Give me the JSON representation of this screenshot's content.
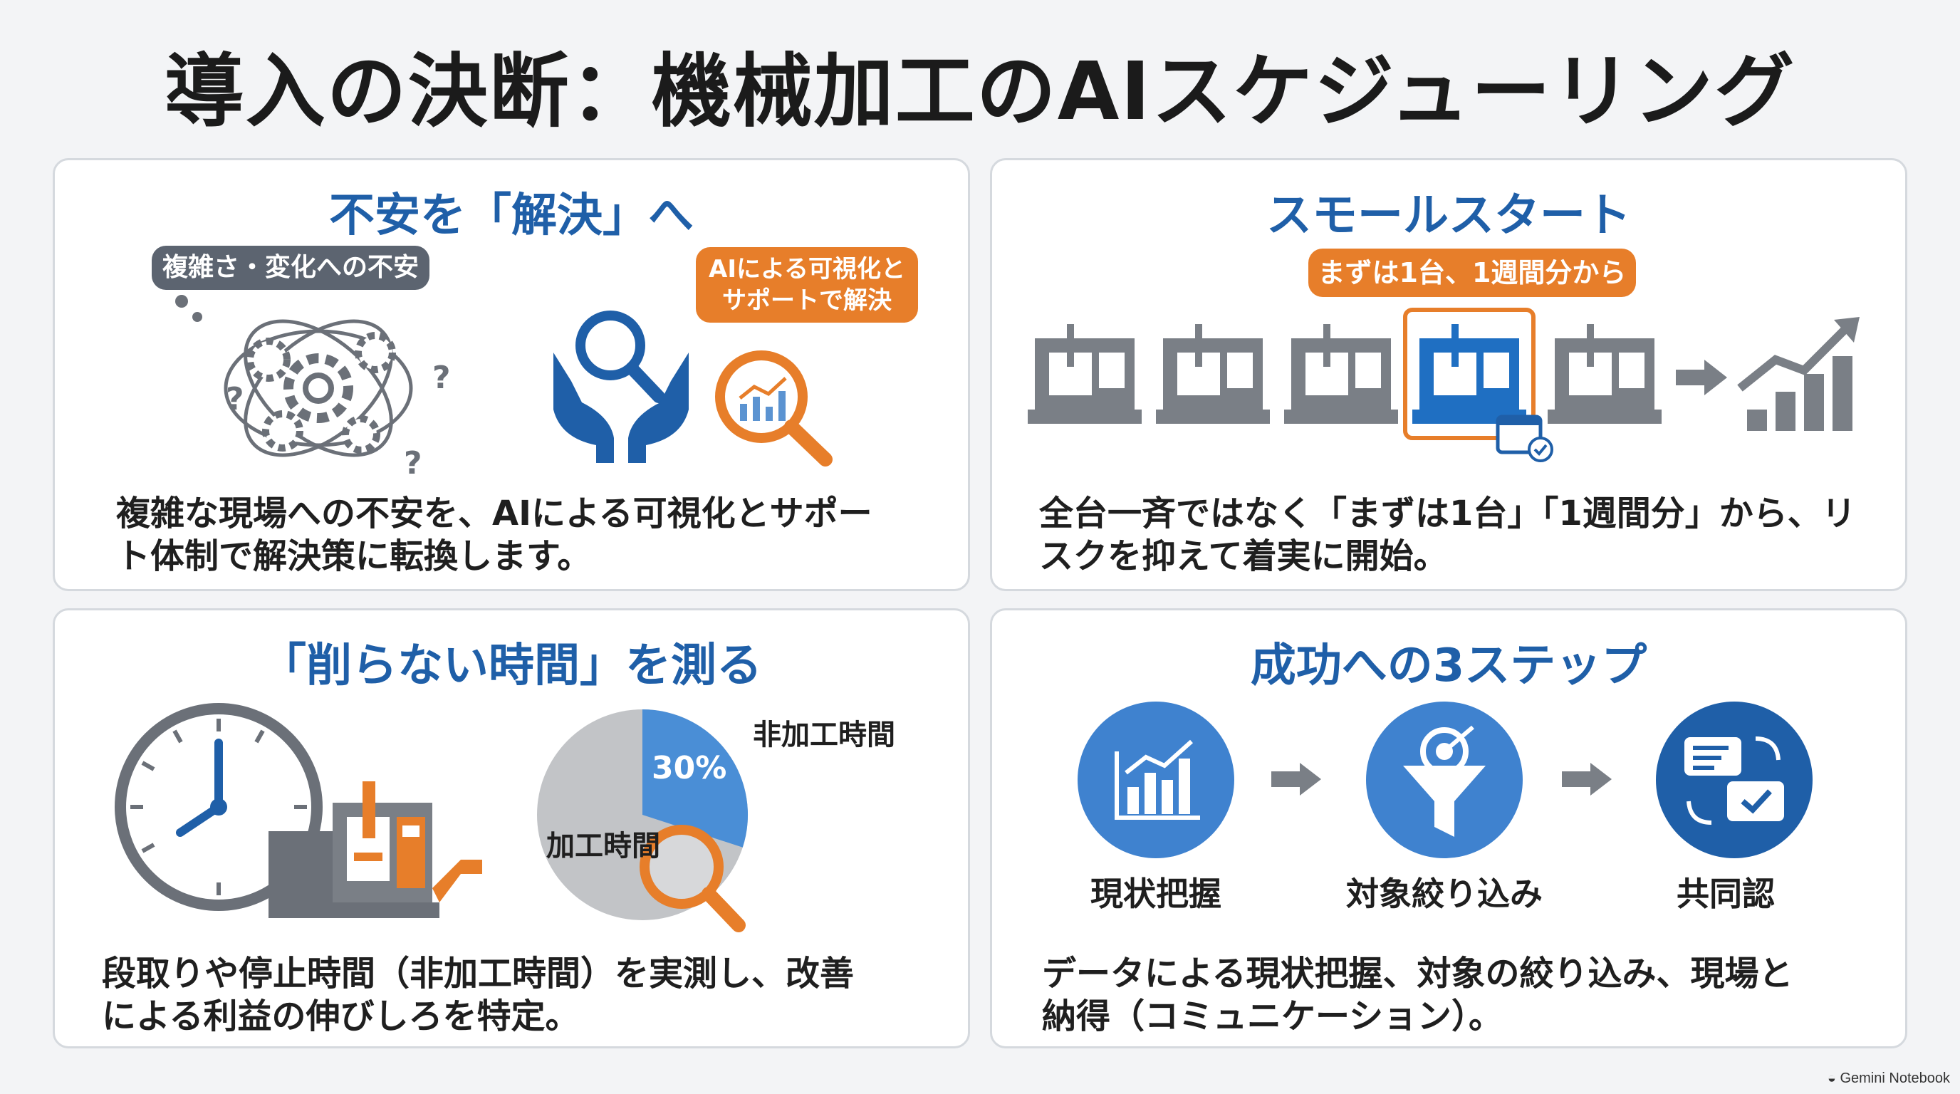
{
  "title": "導入の決断：機械加工のAIスケジューリング",
  "panels": [
    {
      "title": "不安を「解決」へ",
      "bubble_gray": "複雑さ・変化への不安",
      "bubble_orange_line1": "AIによる可視化と",
      "bubble_orange_line2": "サポートで解決",
      "desc_line1": "複雑な現場への不安を、AIによる可視化とサポー",
      "desc_line2": "ト体制で解決策に転換します。"
    },
    {
      "title": "スモールスタート",
      "bubble": "まずは1台、1週間分から",
      "desc_line1": "全台一斉ではなく「まずは1台」「1週間分」から、リ",
      "desc_line2": "スクを抑えて着実に開始。"
    },
    {
      "title": "「削らない時間」を測る",
      "pie_label_nonprocess": "非加工時間",
      "pie_label_process": "加工時間",
      "pie_percent": "30%",
      "desc_line1": "段取りや停止時間（非加工時間）を実測し、改善",
      "desc_line2": "による利益の伸びしろを特定。"
    },
    {
      "title": "成功への3ステップ",
      "steps": [
        "現状把握",
        "対象絞り込み",
        "共同認"
      ],
      "desc_line1": "データによる現状把握、対象の絞り込み、現場と",
      "desc_line2": "納得（コミュニケーション）。"
    }
  ],
  "pie": {
    "non_process_percent": 30,
    "process_percent": 70
  },
  "colors": {
    "blue": "#1f5fa8",
    "orange": "#e77e2a",
    "gray": "#6b7078"
  },
  "icons": [
    "gears-question-icon",
    "hands-magnifier-icon",
    "chart-magnifier-icon",
    "machine-icon",
    "arrow-right-icon",
    "growth-chart-icon",
    "calendar-check-icon",
    "clock-icon",
    "pie-chart-icon",
    "bar-chart-icon",
    "funnel-target-icon",
    "chat-check-icon"
  ],
  "footer": "Gemini Notebook"
}
